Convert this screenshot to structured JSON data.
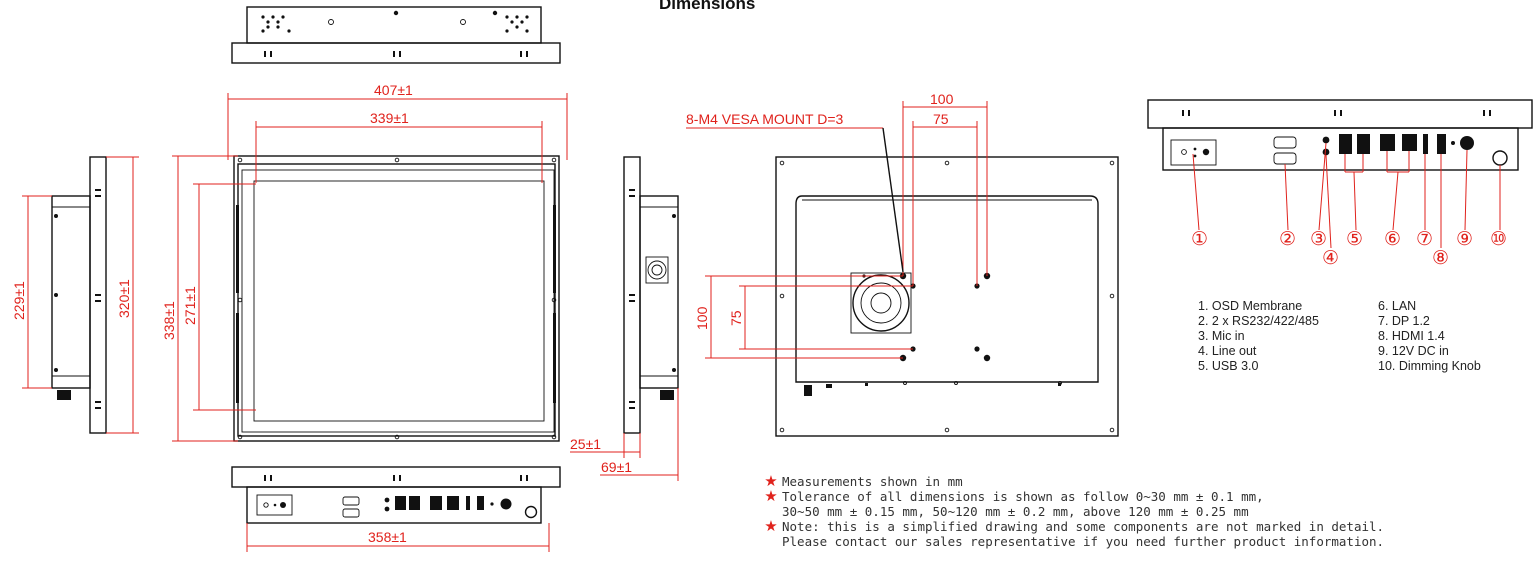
{
  "title": "Dimensions",
  "dims": {
    "width_outer": "407±1",
    "width_inner": "339±1",
    "height_outer": "338±1",
    "height_inner": "271±1",
    "side_height_outer": "320±1",
    "side_height_inner": "229±1",
    "depth_front": "25±1",
    "depth_total": "69±1",
    "bottom_width": "358±1",
    "vesa_h_outer": "100",
    "vesa_h_inner": "75",
    "vesa_v_outer": "100",
    "vesa_v_inner": "75",
    "vesa_label": "8-M4 VESA MOUNT D=3"
  },
  "callouts": [
    "①",
    "②",
    "③",
    "④",
    "⑤",
    "⑥",
    "⑦",
    "⑧",
    "⑨",
    "⑩"
  ],
  "legend_left": [
    "1. OSD Membrane",
    "2. 2 x RS232/422/485",
    "3. Mic in",
    "4. Line out",
    "5. USB 3.0"
  ],
  "legend_right": [
    "6. LAN",
    "7. DP 1.2",
    "8. HDMI 1.4",
    "9. 12V DC in",
    "10. Dimming Knob"
  ],
  "notes": {
    "n1": "Measurements shown in mm",
    "n2": "Tolerance of all dimensions is shown as follow 0~30 mm ± 0.1 mm,",
    "n2b": "30~50 mm ± 0.15 mm, 50~120 mm ± 0.2 mm, above 120 mm ± 0.25 mm",
    "n3": "Note: this is a simplified drawing and some components are not marked in detail.",
    "n3b": "Please contact our sales representative if you need further product information."
  },
  "colors": {
    "dimension": "#e0221c",
    "line": "#111111"
  }
}
